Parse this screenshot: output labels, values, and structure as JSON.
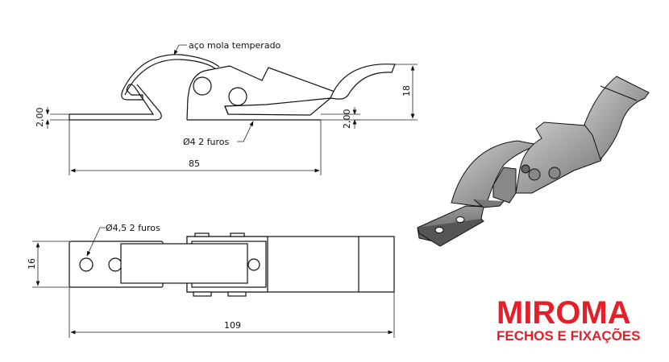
{
  "side_view": {
    "material_note": "aço mola temperado",
    "hole_note": "Ø4  2 furos",
    "dim_thickness_left": "2,00",
    "dim_thickness_right": "2,00",
    "dim_height": "18",
    "dim_length": "85"
  },
  "top_view": {
    "hole_note": "Ø4,5  2 furos",
    "dim_width": "16",
    "dim_length": "109"
  },
  "logo": {
    "name": "MIROMA",
    "tagline": "FECHOS E FIXAÇÕES",
    "color": "#e3202a"
  }
}
